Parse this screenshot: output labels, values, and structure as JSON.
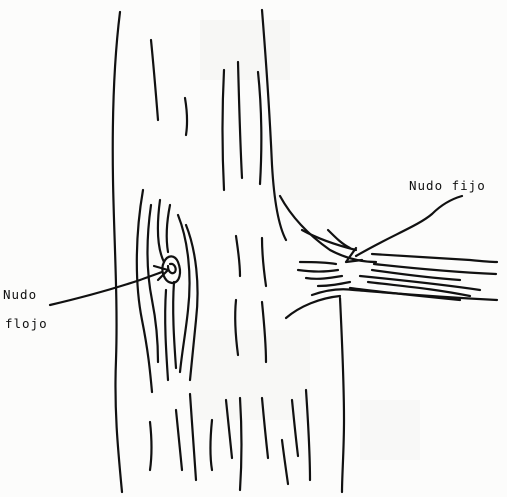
{
  "labels": {
    "fixed_knot": "Nudo fijo",
    "loose_knot_line1": "Nudo",
    "loose_knot_line2": "flojo"
  },
  "colors": {
    "ink": "#111111",
    "paper": "#fcfcfb"
  }
}
